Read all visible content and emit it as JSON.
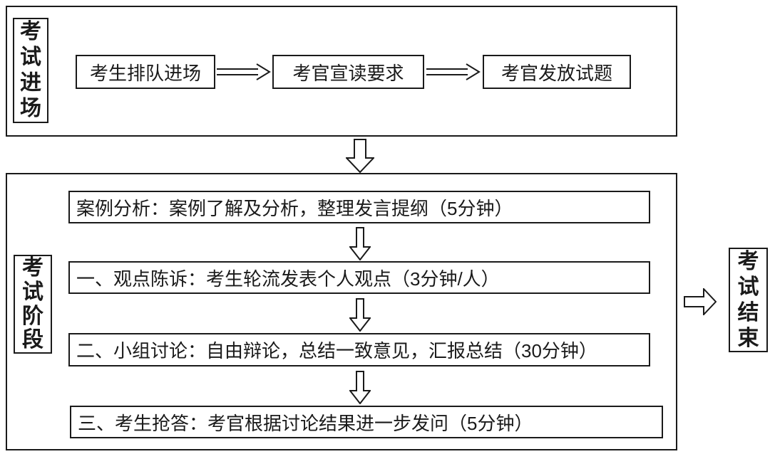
{
  "page": {
    "background": "#ffffff",
    "line_color": "#1a1a1a"
  },
  "entry_section": {
    "label": "考试进场",
    "steps": [
      {
        "label": "考生排队进场"
      },
      {
        "label": "考官宣读要求"
      },
      {
        "label": "考官发放试题"
      }
    ]
  },
  "stage_section": {
    "label": "考试阶段",
    "steps": [
      {
        "label": "案例分析：案例了解及分析，整理发言提纲（5分钟）"
      },
      {
        "label": "一、观点陈诉：考生轮流发表个人观点（3分钟/人）"
      },
      {
        "label": "二、小组讨论：自由辩论，总结一致意见，汇报总结（30分钟）"
      },
      {
        "label": "三、考生抢答：考官根据讨论结果进一步发问（5分钟）"
      }
    ]
  },
  "end_node": {
    "label": "考试结束"
  }
}
